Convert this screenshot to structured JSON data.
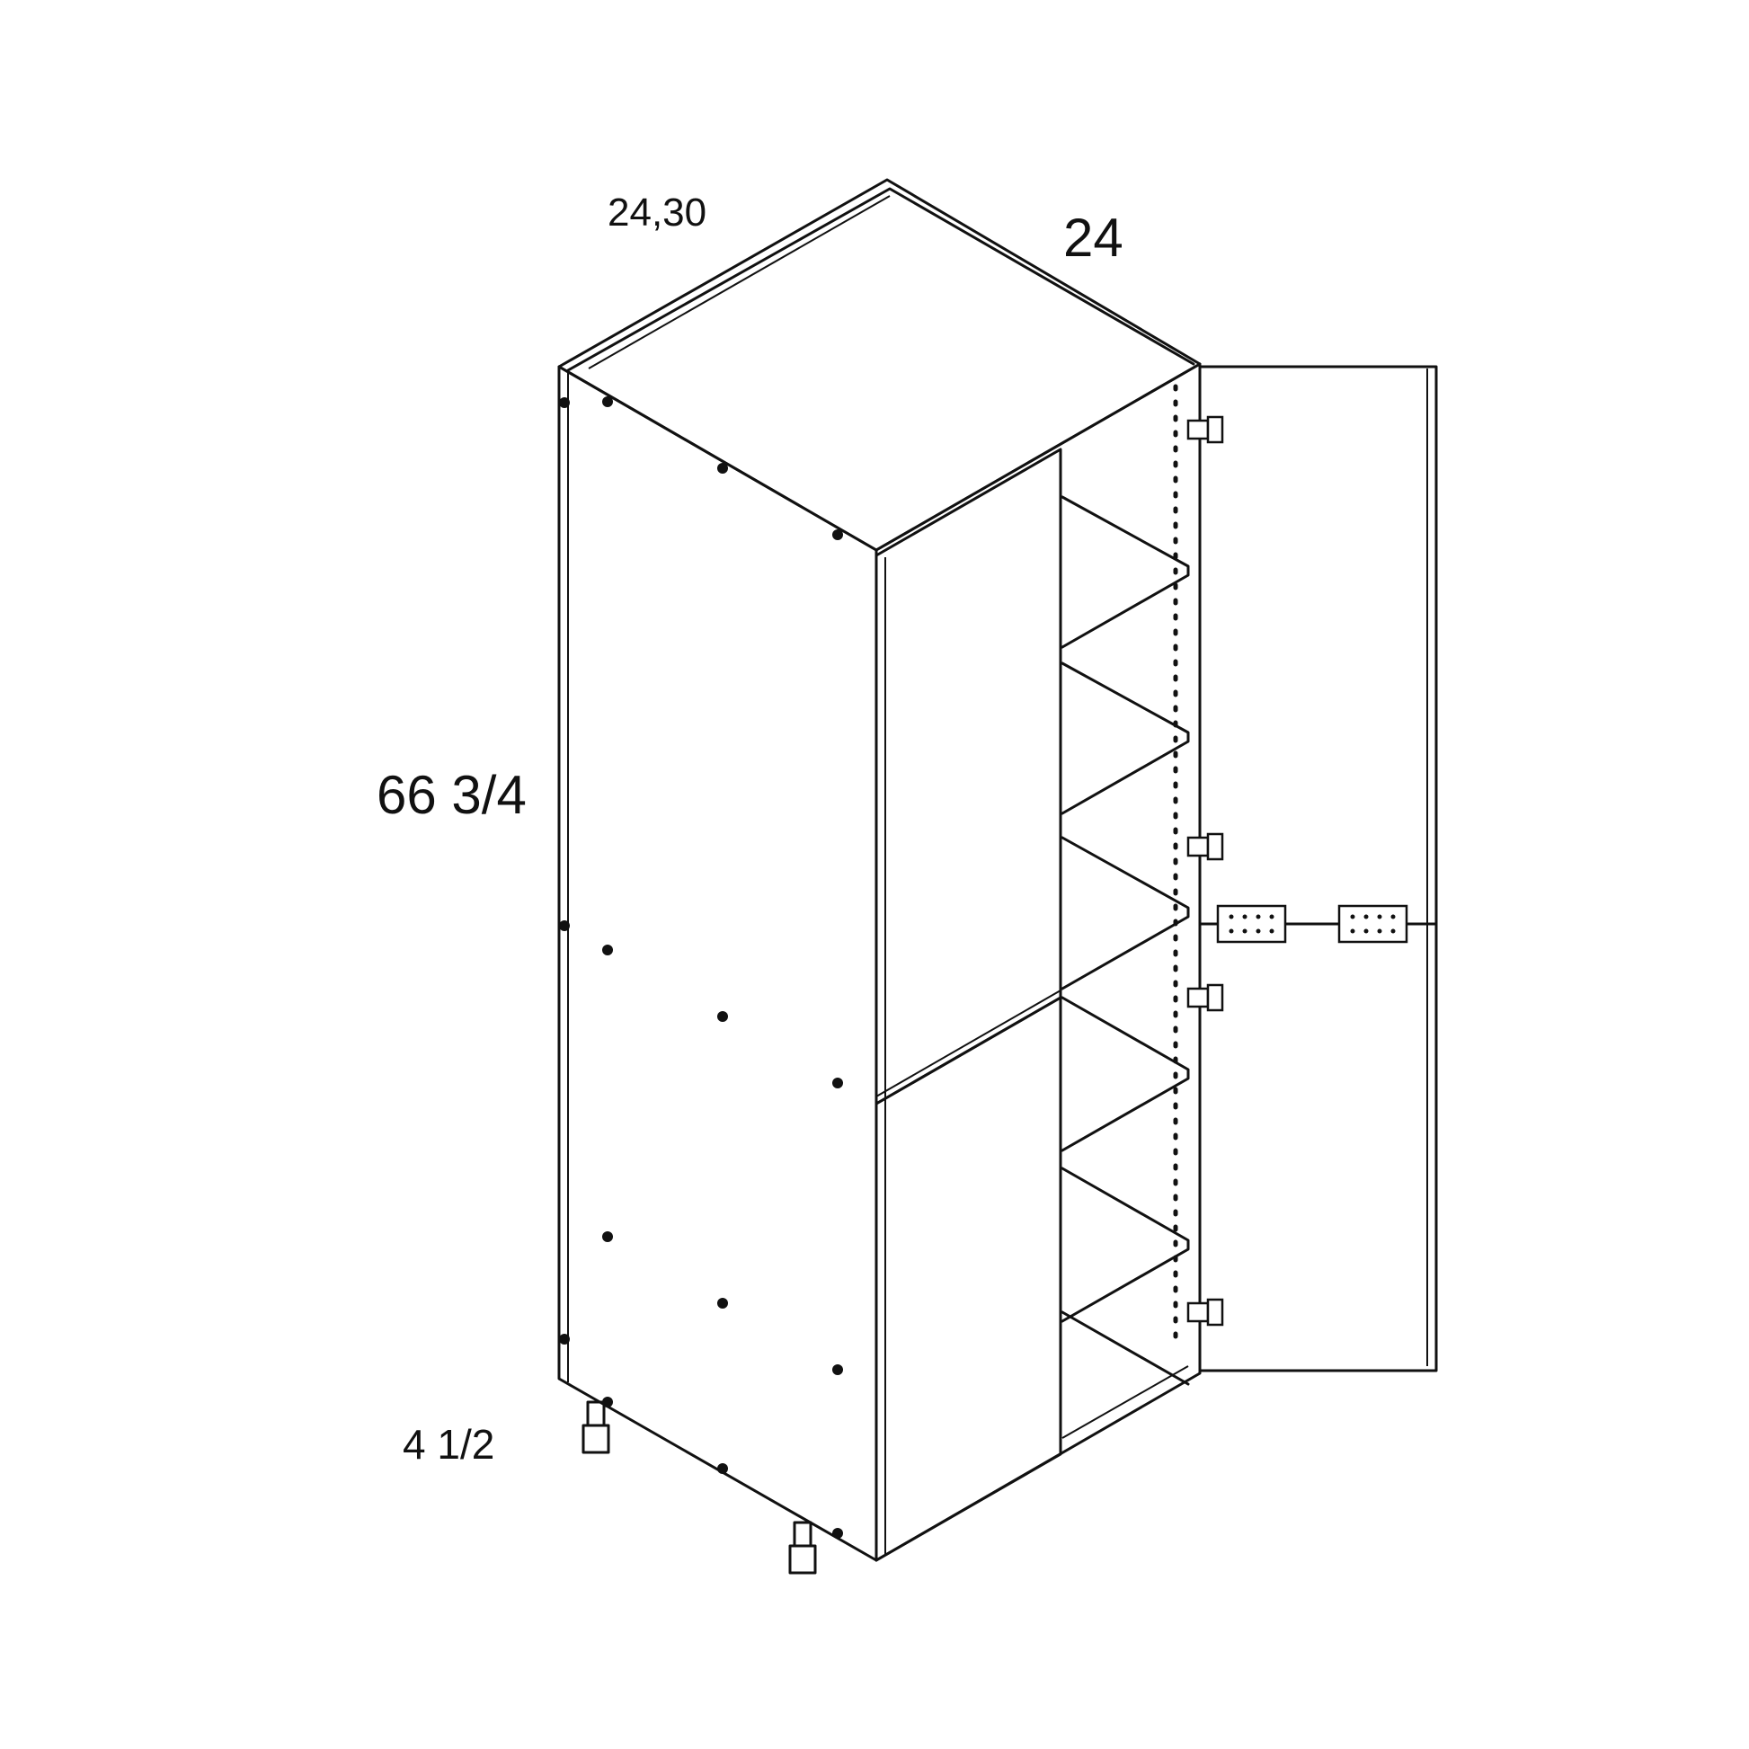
{
  "diagram": {
    "dimensions": {
      "top_width": "24,30",
      "depth": "24",
      "height": "66 3/4",
      "toe_kick": "4 1/2"
    },
    "colors": {
      "stroke": "#111111",
      "background": "#ffffff"
    },
    "icons": [
      "hinge-icon",
      "leveling-leg-icon",
      "shelf-pin-icon"
    ]
  }
}
